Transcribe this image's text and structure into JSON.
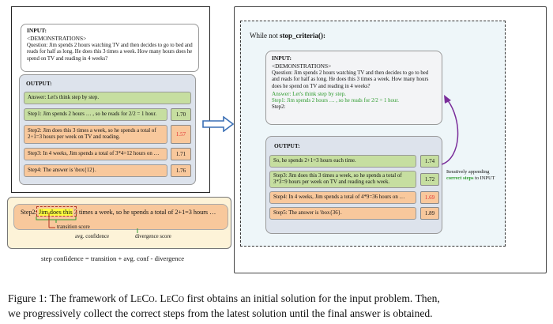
{
  "left": {
    "input_label": "INPUT:",
    "demonstrations": "<DEMONSTRATIONS>",
    "question": "Question: Jim spends 2 hours watching TV and then decides to go to bed and reads for half as long.  He does this 3 times a week.  How many hours does he spend on TV and reading in 4 weeks?",
    "output_label": "OUTPUT:",
    "answer": "Answer: Let's think step by step.",
    "steps": [
      {
        "text": "Step1: Jim spends 2 hours … , so he reads for 2/2 = 1 hour.",
        "score": "1.70",
        "color": "green"
      },
      {
        "text": "Step2: Jim does this 3 times a week, so he spends a total of 2+1=3 hours per week on TV and reading.",
        "score": "1.57",
        "color": "orange",
        "score_highlight": true
      },
      {
        "text": "Step3: In 4 weeks, Jim spends a total of 3*4=12 hours on …",
        "score": "1.71",
        "color": "orange"
      },
      {
        "text": "Step4: The answer is \\box{12}.",
        "score": "1.76",
        "color": "orange"
      }
    ]
  },
  "detail": {
    "prefix": "Step2: ",
    "highlight": "Jim does this",
    "rest": " 3 times a week, so he spends a total of 2+1=3 hours …",
    "transition_label": "transition score",
    "avg_conf_label": "avg. confidence",
    "divergence_label": "divergence score",
    "formula": "step confidence = transition + avg. conf - divergence"
  },
  "right": {
    "loop_label": "While not ",
    "loop_cond": "stop_criteria():",
    "input_label": "INPUT:",
    "demonstrations": "<DEMONSTRATIONS>",
    "question": "Question: Jim spends 2 hours watching TV and then decides to go to bed and reads for half as long.  He does this 3 times a week.  How many hours does he spend on TV and reading in 4 weeks?",
    "answer": "Answer: Let's think step by step.",
    "step1": "Step1: Jim spends 2 hours … , so he reads for 2/2 = 1 hour.",
    "step2": "Step2:",
    "output_label": "OUTPUT:",
    "steps": [
      {
        "text": "So, he spends 2+1=3 hours each time.",
        "score": "1.74",
        "color": "green"
      },
      {
        "text": "Step3: Jim does this 3 times a week, so he spends a total of 3*3=9 hours per week on TV and reading each week.",
        "score": "1.72",
        "color": "green"
      },
      {
        "text": "Step4: In 4 weeks, Jim spends a total of 4*9=36 hours on …",
        "score": "1.69",
        "color": "orange",
        "score_highlight": true
      },
      {
        "text": "Step5: The answer is \\box{36}.",
        "score": "1.89",
        "color": "orange"
      }
    ],
    "note_line1": "Iteratively appending",
    "note_line2_green": "correct steps",
    "note_line2_rest": " to INPUT"
  },
  "caption": {
    "line1_a": "Figure 1: The framework of ",
    "leco": "LeCo",
    "line1_b": ". ",
    "line1_c": " first obtains an initial solution for the input problem. Then,",
    "line2": "we progressively collect the correct steps from the latest solution until the final answer is obtained."
  },
  "colors": {
    "green_box": "#c6dea0",
    "orange_box": "#f8c89c",
    "panel_bg": "#dde3ec",
    "right_bg": "#eef6f9",
    "arrow_blue": "#3a6fb5",
    "loop_purple": "#7a2d9a",
    "highlight_red": "#e03030",
    "highlight_yellow": "#ffff40"
  }
}
